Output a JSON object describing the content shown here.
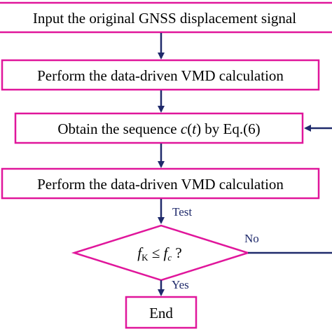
{
  "colors": {
    "box_border": "#e0169b",
    "arrow": "#1f2a6b",
    "text": "#000000"
  },
  "flowchart": {
    "step_input": "Input the original GNSS displacement signal",
    "step_vmd_1": "Perform the data-driven VMD calculation",
    "step_sequence": {
      "prefix": "Obtain the sequence ",
      "var": "c",
      "paren_open": "(",
      "arg": "t",
      "suffix": ") by Eq.(6)"
    },
    "step_vmd_2": "Perform the data-driven VMD calculation",
    "decision": {
      "f1": "f",
      "sub1": "K",
      "op": " ≤ ",
      "f2": "f",
      "sub2": "c",
      "q": " ?"
    },
    "step_end": "End",
    "edge_test": "Test",
    "edge_yes": "Yes",
    "edge_no": "No"
  }
}
